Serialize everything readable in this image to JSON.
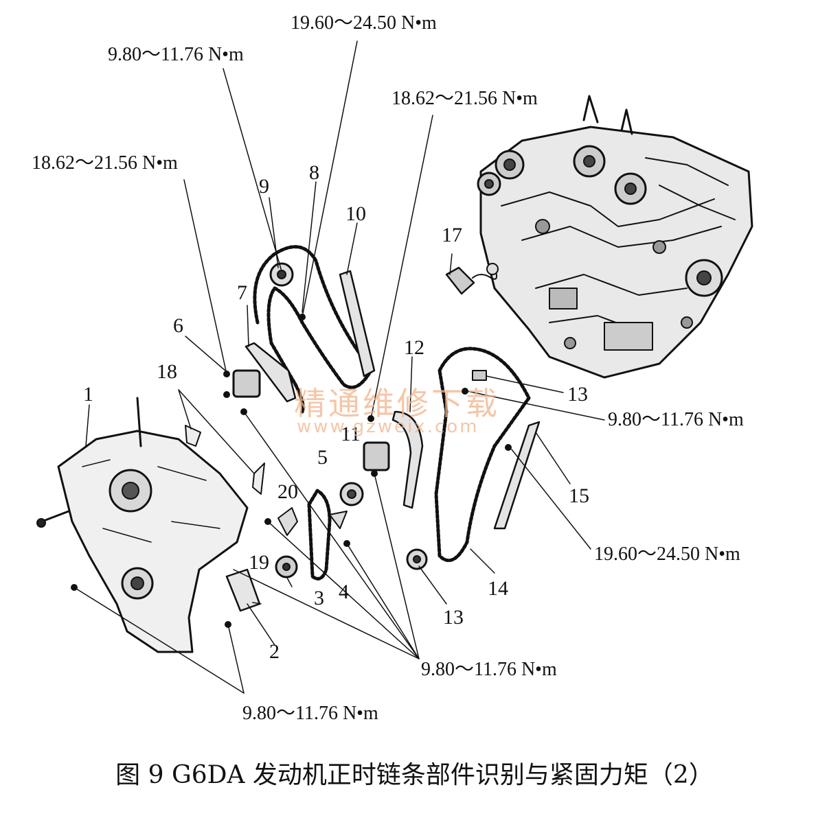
{
  "caption": "图 9   G6DA 发动机正时链条部件识别与紧固力矩（2）",
  "watermark": {
    "text": "精通维修下载",
    "url": "www.gzweix.com"
  },
  "torque_labels": {
    "t1": "19.60～24.50 N•m",
    "t2": "9.80～11.76 N•m",
    "t3": "18.62～21.56 N•m",
    "t4": "18.62～21.56 N•m",
    "t5": "9.80～11.76 N•m",
    "t6": "19.60～24.50 N•m",
    "t7": "9.80～11.76 N•m",
    "t8": "9.80～11.76 N•m"
  },
  "part_numbers": {
    "p1": "1",
    "p2": "2",
    "p3": "3",
    "p4": "4",
    "p5": "5",
    "p6": "6",
    "p7": "7",
    "p8": "8",
    "p9": "9",
    "p10": "10",
    "p11": "11",
    "p12": "12",
    "p13a": "13",
    "p13b": "13",
    "p14": "14",
    "p15": "15",
    "p17": "17",
    "p18": "18",
    "p19": "19",
    "p20": "20"
  }
}
